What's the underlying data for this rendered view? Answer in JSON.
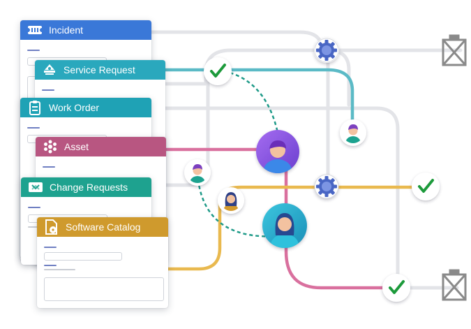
{
  "cards": {
    "incident": {
      "title": "Incident",
      "icon": "ticket-icon",
      "color": "#3a78d8"
    },
    "service_request": {
      "title": "Service Request",
      "icon": "bell-icon",
      "color": "#2aa8bd"
    },
    "work_order": {
      "title": "Work Order",
      "icon": "clipboard-icon",
      "color": "#1fa2b5"
    },
    "asset": {
      "title": "Asset",
      "icon": "asterisk-icon",
      "color": "#b85681"
    },
    "change_requests": {
      "title": "Change Requests",
      "icon": "exchange-ticket-icon",
      "color": "#1ea28f"
    },
    "software_catalog": {
      "title": "Software Catalog",
      "icon": "disc-document-icon",
      "color": "#cf9a2d"
    }
  },
  "line_colors": {
    "workflow": "#e3e4e8",
    "service": "#5bbac6",
    "asset": "#d9709e",
    "catalog": "#e9b94f",
    "dashed": "#1e9a88"
  },
  "nodes": {
    "checkmark_color": "#1f9a3a",
    "gear_color": "#4a66c4",
    "avatar_primary": "#5b6bd6",
    "avatar_purple": "#8a5ed8",
    "avatar_teal": "#2fa9c9",
    "closed_box_color": "#8a8a8a"
  }
}
